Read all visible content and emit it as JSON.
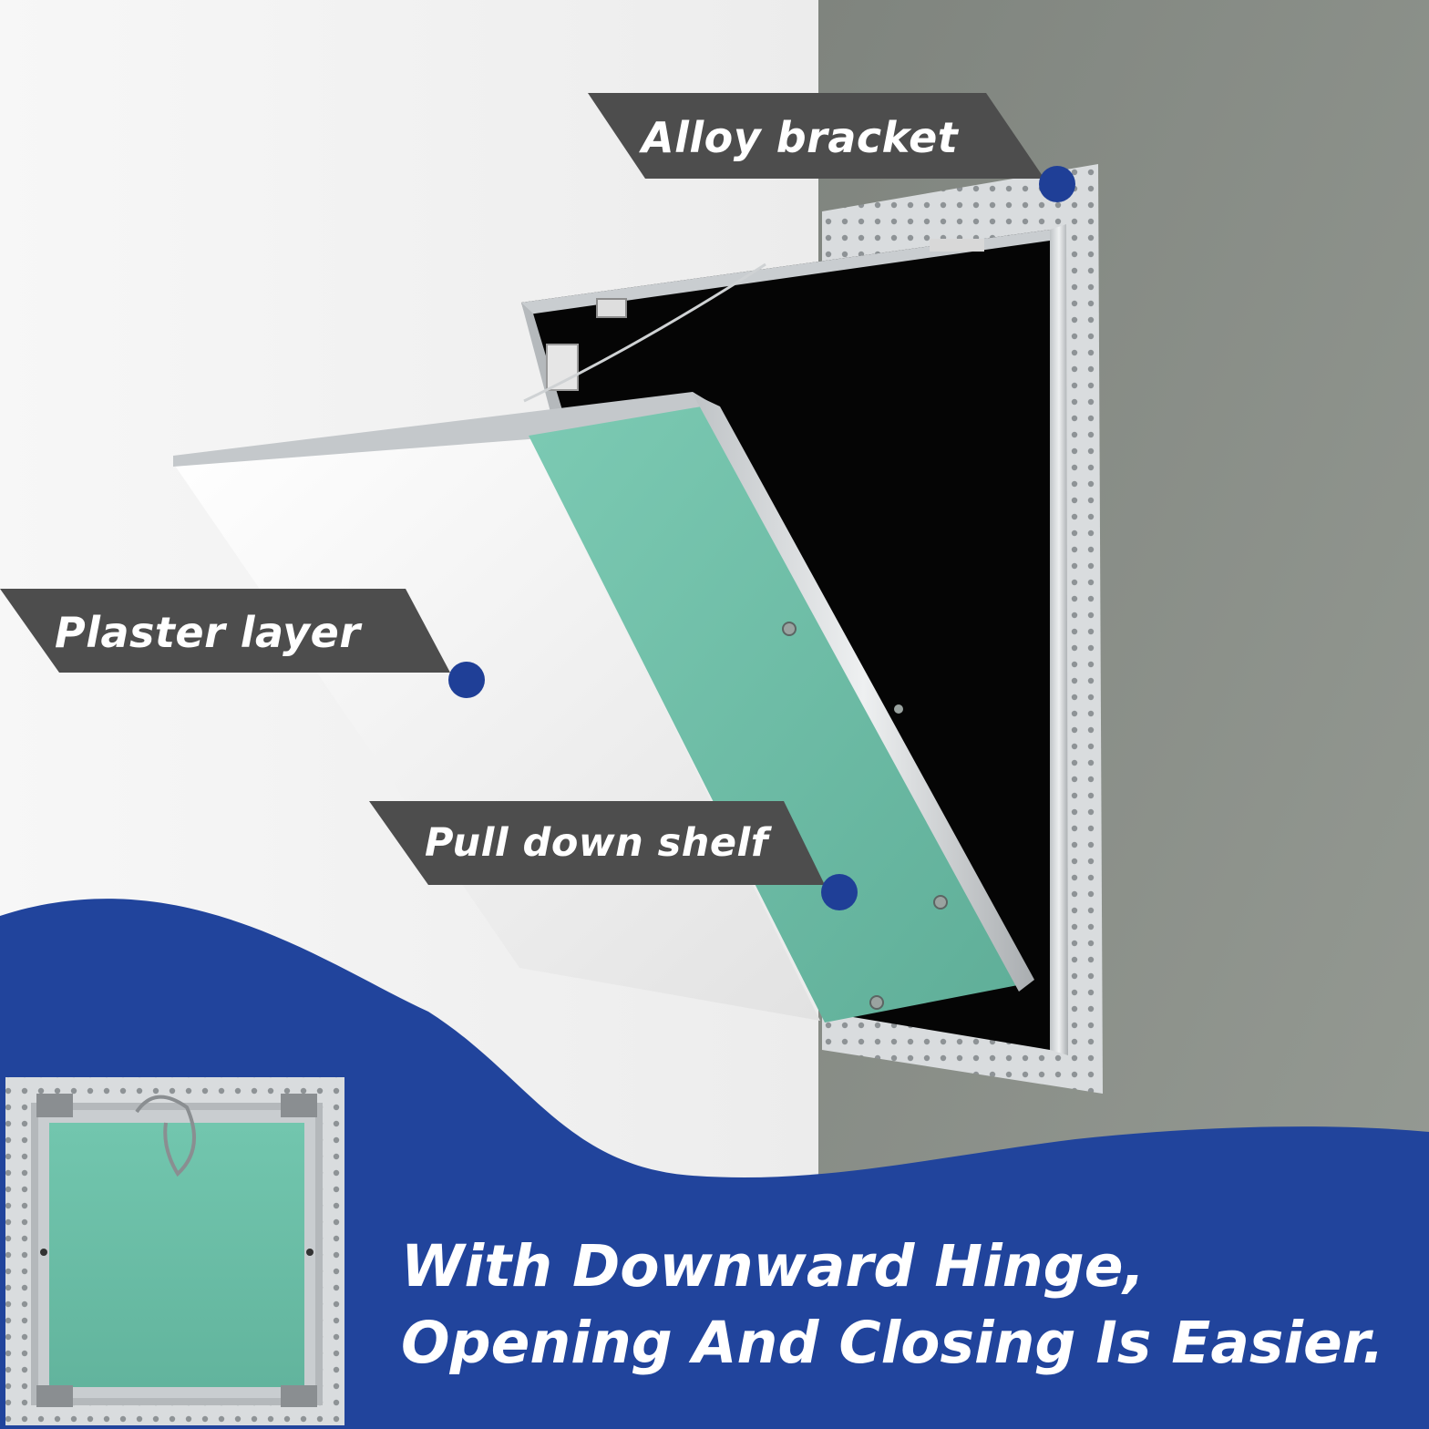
{
  "labels": {
    "alloy_bracket": "Alloy bracket",
    "plaster_layer": "Plaster layer",
    "pull_down_shelf": "Pull down shelf"
  },
  "headline": {
    "line1": "With Downward Hinge,",
    "line2": "Opening And Closing Is Easier."
  },
  "colors": {
    "brand_blue": "#21449c",
    "marker_blue": "#1f3f97",
    "label_gray": "#4d4d4d",
    "wall_gray": "#8c9189",
    "panel_green": "#6fbfa8"
  }
}
